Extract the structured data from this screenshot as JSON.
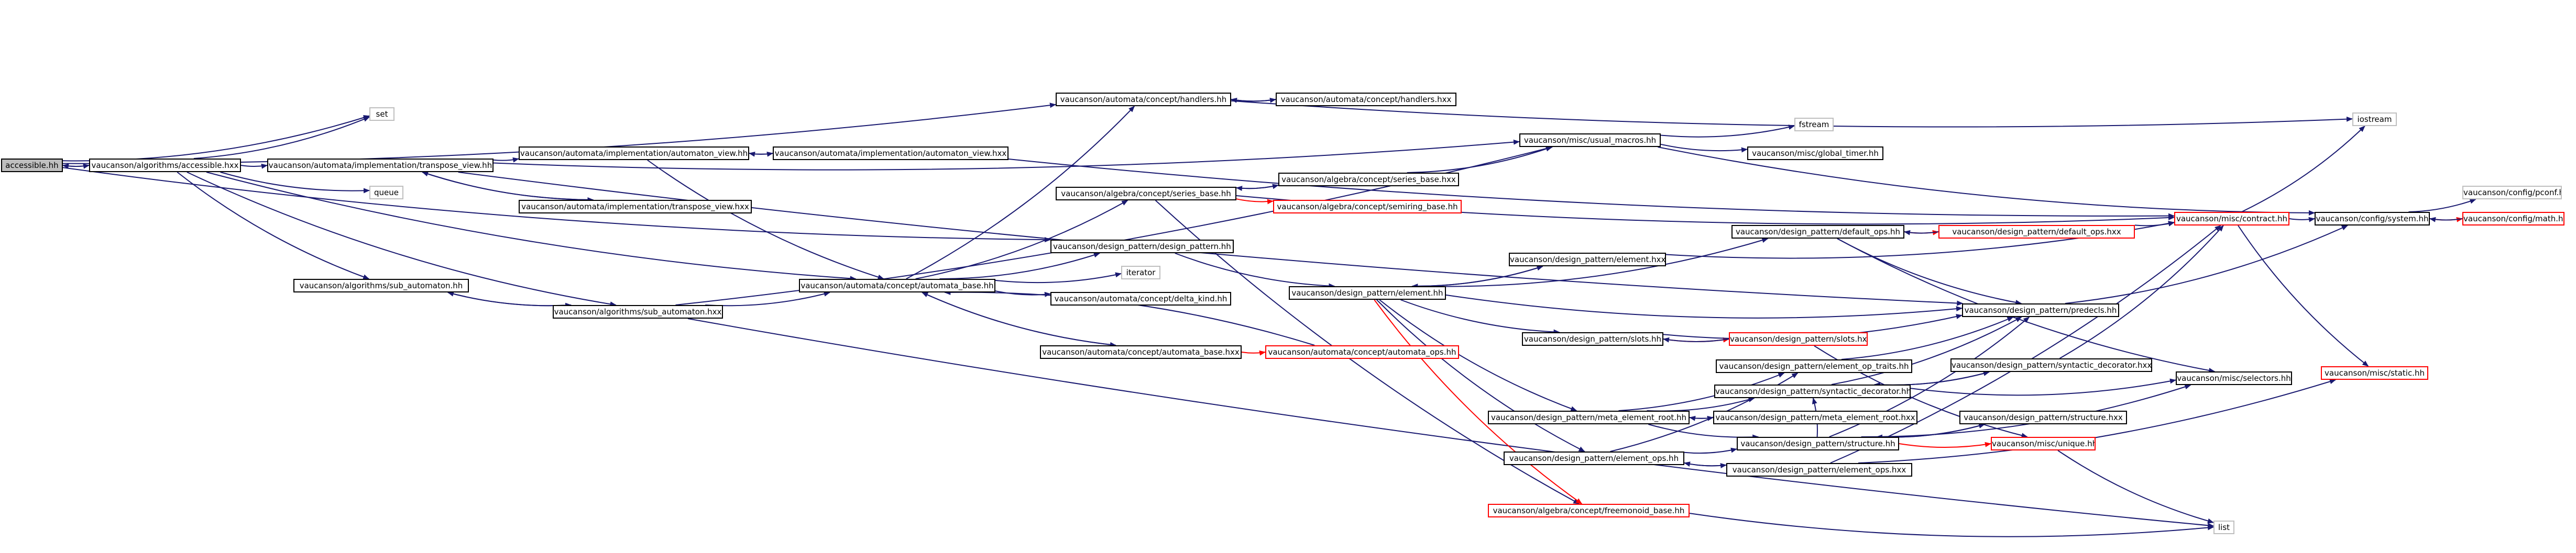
{
  "colors": {
    "edge": "#191970",
    "edge_red": "#ff0000",
    "node_border": "#000000",
    "node_border_red": "#ff0000",
    "node_border_gray": "#bfbfbf",
    "root_fill": "#bfbfbf"
  },
  "nodes": [
    {
      "id": "accessible_hh",
      "label": "accessible.hh",
      "style": "root"
    },
    {
      "id": "alg_accessible_hxx",
      "label": "vaucanson/algorithms/accessible.hxx",
      "style": "black"
    },
    {
      "id": "set",
      "label": "set",
      "style": "gray"
    },
    {
      "id": "queue",
      "label": "queue",
      "style": "gray"
    },
    {
      "id": "transpose_view_hh",
      "label": "vaucanson/automata/implementation/transpose_view.hh",
      "style": "black"
    },
    {
      "id": "transpose_view_hxx",
      "label": "vaucanson/automata/implementation/transpose_view.hxx",
      "style": "black"
    },
    {
      "id": "automaton_view_hh",
      "label": "vaucanson/automata/implementation/automaton_view.hh",
      "style": "black"
    },
    {
      "id": "automaton_view_hxx",
      "label": "vaucanson/automata/implementation/automaton_view.hxx",
      "style": "black"
    },
    {
      "id": "handlers_hh",
      "label": "vaucanson/automata/concept/handlers.hh",
      "style": "black"
    },
    {
      "id": "handlers_hxx",
      "label": "vaucanson/automata/concept/handlers.hxx",
      "style": "black"
    },
    {
      "id": "usual_macros_hh",
      "label": "vaucanson/misc/usual_macros.hh",
      "style": "black"
    },
    {
      "id": "fstream",
      "label": "fstream",
      "style": "gray"
    },
    {
      "id": "global_timer_hh",
      "label": "vaucanson/misc/global_timer.hh",
      "style": "black"
    },
    {
      "id": "iostream",
      "label": "iostream",
      "style": "gray"
    },
    {
      "id": "series_base_hh",
      "label": "vaucanson/algebra/concept/series_base.hh",
      "style": "black"
    },
    {
      "id": "series_base_hxx",
      "label": "vaucanson/algebra/concept/series_base.hxx",
      "style": "black"
    },
    {
      "id": "semiring_base_hh",
      "label": "vaucanson/algebra/concept/semiring_base.hh",
      "style": "red"
    },
    {
      "id": "contract_hh",
      "label": "vaucanson/misc/contract.hh",
      "style": "red"
    },
    {
      "id": "system_hh",
      "label": "vaucanson/config/system.hh",
      "style": "black"
    },
    {
      "id": "pconf_hh",
      "label": "vaucanson/config/pconf.hh",
      "style": "gray"
    },
    {
      "id": "math_hh",
      "label": "vaucanson/config/math.hh",
      "style": "red"
    },
    {
      "id": "design_pattern_hh",
      "label": "vaucanson/design_pattern/design_pattern.hh",
      "style": "black"
    },
    {
      "id": "iterator",
      "label": "iterator",
      "style": "gray"
    },
    {
      "id": "automata_base_hh",
      "label": "vaucanson/automata/concept/automata_base.hh",
      "style": "black"
    },
    {
      "id": "automata_base_hxx",
      "label": "vaucanson/automata/concept/automata_base.hxx",
      "style": "black"
    },
    {
      "id": "automata_ops_hh",
      "label": "vaucanson/automata/concept/automata_ops.hh",
      "style": "red"
    },
    {
      "id": "delta_kind_hh",
      "label": "vaucanson/automata/concept/delta_kind.hh",
      "style": "black"
    },
    {
      "id": "sub_automaton_hh",
      "label": "vaucanson/algorithms/sub_automaton.hh",
      "style": "black"
    },
    {
      "id": "sub_automaton_hxx",
      "label": "vaucanson/algorithms/sub_automaton.hxx",
      "style": "black"
    },
    {
      "id": "element_hh",
      "label": "vaucanson/design_pattern/element.hh",
      "style": "black"
    },
    {
      "id": "element_hxx",
      "label": "vaucanson/design_pattern/element.hxx",
      "style": "black"
    },
    {
      "id": "default_ops_hh",
      "label": "vaucanson/design_pattern/default_ops.hh",
      "style": "black"
    },
    {
      "id": "default_ops_hxx",
      "label": "vaucanson/design_pattern/default_ops.hxx",
      "style": "red"
    },
    {
      "id": "predecls_hh",
      "label": "vaucanson/design_pattern/predecls.hh",
      "style": "black"
    },
    {
      "id": "slots_hh",
      "label": "vaucanson/design_pattern/slots.hh",
      "style": "black"
    },
    {
      "id": "slots_hxx",
      "label": "vaucanson/design_pattern/slots.hxx",
      "style": "red"
    },
    {
      "id": "element_op_traits_hh",
      "label": "vaucanson/design_pattern/element_op_traits.hh",
      "style": "black"
    },
    {
      "id": "syntactic_decorator_hh",
      "label": "vaucanson/design_pattern/syntactic_decorator.hh",
      "style": "black"
    },
    {
      "id": "syntactic_decorator_hxx",
      "label": "vaucanson/design_pattern/syntactic_decorator.hxx",
      "style": "black"
    },
    {
      "id": "selectors_hh",
      "label": "vaucanson/misc/selectors.hh",
      "style": "black"
    },
    {
      "id": "static_hh",
      "label": "vaucanson/misc/static.hh",
      "style": "red"
    },
    {
      "id": "meta_element_root_hh",
      "label": "vaucanson/design_pattern/meta_element_root.hh",
      "style": "black"
    },
    {
      "id": "meta_element_root_hxx",
      "label": "vaucanson/design_pattern/meta_element_root.hxx",
      "style": "black"
    },
    {
      "id": "structure_hh",
      "label": "vaucanson/design_pattern/structure.hh",
      "style": "black"
    },
    {
      "id": "structure_hxx",
      "label": "vaucanson/design_pattern/structure.hxx",
      "style": "black"
    },
    {
      "id": "unique_hh",
      "label": "vaucanson/misc/unique.hh",
      "style": "red"
    },
    {
      "id": "element_ops_hh",
      "label": "vaucanson/design_pattern/element_ops.hh",
      "style": "black"
    },
    {
      "id": "element_ops_hxx",
      "label": "vaucanson/design_pattern/element_ops.hxx",
      "style": "black"
    },
    {
      "id": "freemonoid_base_hh",
      "label": "vaucanson/algebra/concept/freemonoid_base.hh",
      "style": "red"
    },
    {
      "id": "list",
      "label": "list",
      "style": "gray"
    }
  ],
  "edges": [
    [
      "accessible_hh",
      "alg_accessible_hxx",
      "blue"
    ],
    [
      "alg_accessible_hxx",
      "accessible_hh",
      "blue"
    ],
    [
      "accessible_hh",
      "set",
      "blue"
    ],
    [
      "accessible_hh",
      "handlers_hh",
      "blue"
    ],
    [
      "accessible_hh",
      "design_pattern_hh",
      "blue"
    ],
    [
      "alg_accessible_hxx",
      "set",
      "blue"
    ],
    [
      "alg_accessible_hxx",
      "queue",
      "blue"
    ],
    [
      "alg_accessible_hxx",
      "transpose_view_hh",
      "blue"
    ],
    [
      "alg_accessible_hxx",
      "sub_automaton_hh",
      "blue"
    ],
    [
      "alg_accessible_hxx",
      "automata_base_hh",
      "blue"
    ],
    [
      "alg_accessible_hxx",
      "sub_automaton_hxx",
      "blue"
    ],
    [
      "transpose_view_hh",
      "automaton_view_hh",
      "blue"
    ],
    [
      "transpose_view_hh",
      "transpose_view_hxx",
      "blue"
    ],
    [
      "transpose_view_hxx",
      "transpose_view_hh",
      "blue"
    ],
    [
      "transpose_view_hh",
      "usual_macros_hh",
      "blue"
    ],
    [
      "transpose_view_hh",
      "predecls_hh",
      "blue"
    ],
    [
      "automaton_view_hh",
      "automaton_view_hxx",
      "blue"
    ],
    [
      "automaton_view_hxx",
      "automaton_view_hh",
      "blue"
    ],
    [
      "automaton_view_hh",
      "automata_base_hh",
      "blue"
    ],
    [
      "automaton_view_hxx",
      "contract_hh",
      "blue"
    ],
    [
      "handlers_hh",
      "handlers_hxx",
      "blue"
    ],
    [
      "handlers_hxx",
      "handlers_hh",
      "blue"
    ],
    [
      "handlers_hh",
      "iostream",
      "blue"
    ],
    [
      "usual_macros_hh",
      "fstream",
      "blue"
    ],
    [
      "usual_macros_hh",
      "global_timer_hh",
      "blue"
    ],
    [
      "usual_macros_hh",
      "system_hh",
      "blue"
    ],
    [
      "series_base_hh",
      "series_base_hxx",
      "blue"
    ],
    [
      "series_base_hxx",
      "series_base_hh",
      "blue"
    ],
    [
      "series_base_hh",
      "semiring_base_hh",
      "red"
    ],
    [
      "series_base_hh",
      "freemonoid_base_hh",
      "blue"
    ],
    [
      "series_base_hxx",
      "usual_macros_hh",
      "blue"
    ],
    [
      "series_base_hh",
      "contract_hh",
      "blue"
    ],
    [
      "contract_hh",
      "system_hh",
      "blue"
    ],
    [
      "contract_hh",
      "iostream",
      "blue"
    ],
    [
      "contract_hh",
      "static_hh",
      "blue"
    ],
    [
      "system_hh",
      "pconf_hh",
      "blue"
    ],
    [
      "system_hh",
      "math_hh",
      "red"
    ],
    [
      "math_hh",
      "system_hh",
      "blue"
    ],
    [
      "design_pattern_hh",
      "element_hh",
      "blue"
    ],
    [
      "automata_base_hh",
      "design_pattern_hh",
      "blue"
    ],
    [
      "automata_base_hh",
      "handlers_hh",
      "blue"
    ],
    [
      "automata_base_hh",
      "series_base_hh",
      "blue"
    ],
    [
      "automata_base_hh",
      "iterator",
      "blue"
    ],
    [
      "automata_base_hh",
      "delta_kind_hh",
      "blue"
    ],
    [
      "automata_base_hh",
      "automata_base_hxx",
      "blue"
    ],
    [
      "automata_base_hxx",
      "automata_base_hh",
      "blue"
    ],
    [
      "automata_base_hxx",
      "automata_ops_hh",
      "red"
    ],
    [
      "automata_ops_hh",
      "automata_base_hh",
      "blue"
    ],
    [
      "sub_automaton_hh",
      "sub_automaton_hxx",
      "blue"
    ],
    [
      "sub_automaton_hxx",
      "sub_automaton_hh",
      "blue"
    ],
    [
      "sub_automaton_hxx",
      "automata_base_hh",
      "blue"
    ],
    [
      "sub_automaton_hxx",
      "usual_macros_hh",
      "blue"
    ],
    [
      "sub_automaton_hxx",
      "list",
      "blue"
    ],
    [
      "element_hh",
      "element_hxx",
      "blue"
    ],
    [
      "element_hxx",
      "element_hh",
      "blue"
    ],
    [
      "element_hh",
      "default_ops_hh",
      "blue"
    ],
    [
      "element_hh",
      "predecls_hh",
      "blue"
    ],
    [
      "element_hh",
      "slots_hh",
      "blue"
    ],
    [
      "element_hh",
      "meta_element_root_hh",
      "blue"
    ],
    [
      "element_hh",
      "element_ops_hh",
      "blue"
    ],
    [
      "element_hh",
      "freemonoid_base_hh",
      "red"
    ],
    [
      "element_hxx",
      "contract_hh",
      "blue"
    ],
    [
      "default_ops_hh",
      "default_ops_hxx",
      "red"
    ],
    [
      "default_ops_hxx",
      "default_ops_hh",
      "blue"
    ],
    [
      "default_ops_hxx",
      "contract_hh",
      "blue"
    ],
    [
      "default_ops_hh",
      "predecls_hh",
      "blue"
    ],
    [
      "default_ops_hh",
      "selectors_hh",
      "blue"
    ],
    [
      "predecls_hh",
      "system_hh",
      "blue"
    ],
    [
      "slots_hh",
      "slots_hxx",
      "red"
    ],
    [
      "slots_hxx",
      "slots_hh",
      "blue"
    ],
    [
      "slots_hh",
      "predecls_hh",
      "blue"
    ],
    [
      "slots_hxx",
      "unique_hh",
      "blue"
    ],
    [
      "meta_element_root_hh",
      "element_op_traits_hh",
      "blue"
    ],
    [
      "meta_element_root_hh",
      "meta_element_root_hxx",
      "blue"
    ],
    [
      "meta_element_root_hxx",
      "meta_element_root_hh",
      "blue"
    ],
    [
      "meta_element_root_hh",
      "structure_hh",
      "blue"
    ],
    [
      "meta_element_root_hh",
      "syntactic_decorator_hh",
      "blue"
    ],
    [
      "element_op_traits_hh",
      "predecls_hh",
      "blue"
    ],
    [
      "syntactic_decorator_hh",
      "syntactic_decorator_hxx",
      "blue"
    ],
    [
      "syntactic_decorator_hxx",
      "syntactic_decorator_hh",
      "blue"
    ],
    [
      "syntactic_decorator_hh",
      "selectors_hh",
      "blue"
    ],
    [
      "syntactic_decorator_hh",
      "predecls_hh",
      "blue"
    ],
    [
      "syntactic_decorator_hxx",
      "contract_hh",
      "blue"
    ],
    [
      "structure_hh",
      "structure_hxx",
      "blue"
    ],
    [
      "structure_hxx",
      "structure_hh",
      "blue"
    ],
    [
      "structure_hh",
      "unique_hh",
      "red"
    ],
    [
      "structure_hh",
      "predecls_hh",
      "blue"
    ],
    [
      "structure_hh",
      "syntactic_decorator_hh",
      "blue"
    ],
    [
      "structure_hh",
      "selectors_hh",
      "blue"
    ],
    [
      "element_ops_hh",
      "element_ops_hxx",
      "blue"
    ],
    [
      "element_ops_hxx",
      "element_ops_hh",
      "blue"
    ],
    [
      "element_ops_hh",
      "element_op_traits_hh",
      "blue"
    ],
    [
      "element_ops_hxx",
      "contract_hh",
      "blue"
    ],
    [
      "element_ops_hxx",
      "static_hh",
      "blue"
    ],
    [
      "element_ops_hh",
      "structure_hh",
      "blue"
    ],
    [
      "freemonoid_base_hh",
      "list",
      "blue"
    ],
    [
      "unique_hh",
      "list",
      "blue"
    ]
  ]
}
